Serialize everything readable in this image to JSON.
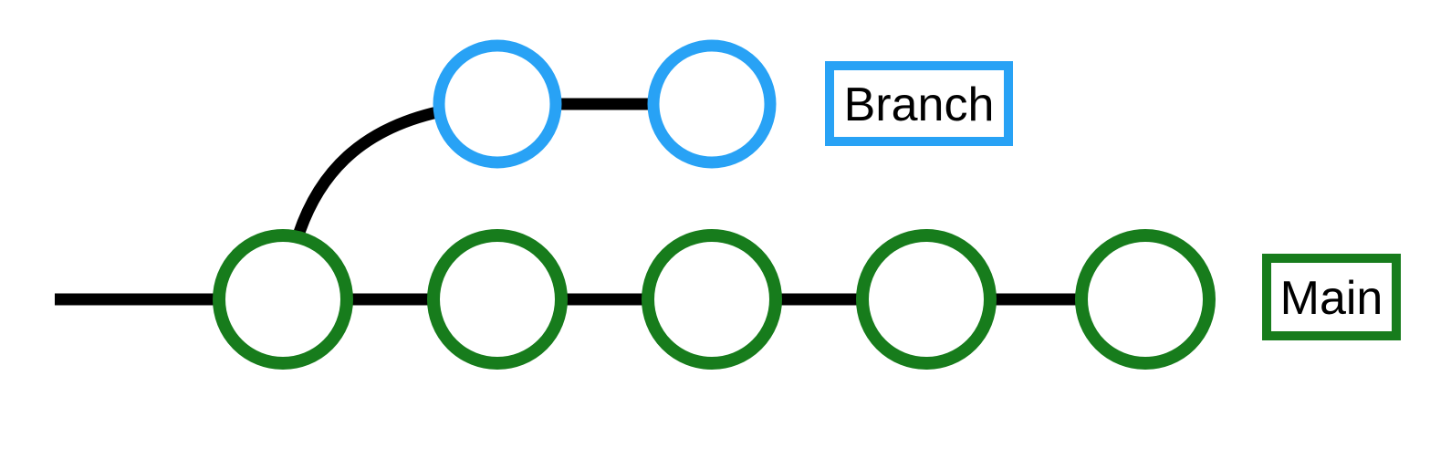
{
  "diagram": {
    "type": "git-branch-graph",
    "background": "#ffffff",
    "connector_color": "#000000",
    "lanes": [
      {
        "id": "branch",
        "label": "Branch",
        "color": "#28a2f5",
        "commits": 2
      },
      {
        "id": "main",
        "label": "Main",
        "color": "#177c1c",
        "commits": 5
      }
    ]
  }
}
